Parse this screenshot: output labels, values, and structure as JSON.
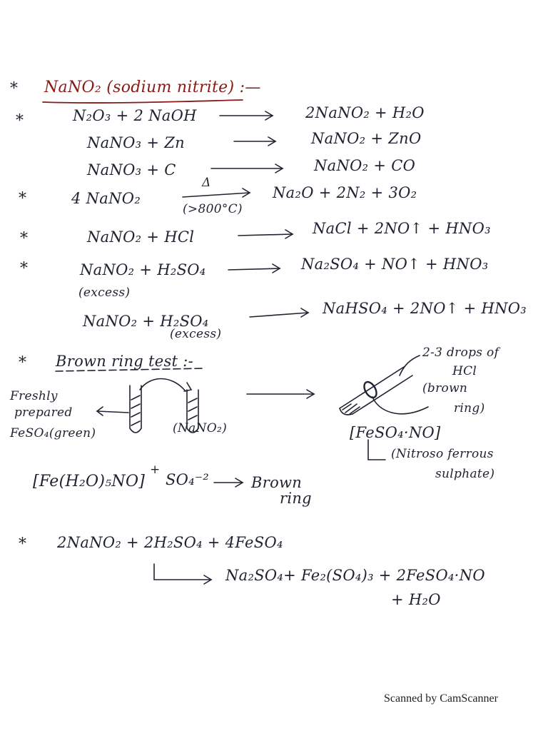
{
  "heading": {
    "bullet": "*",
    "text": "NaNO₂ (sodium nitrite) :—"
  },
  "reactions": [
    {
      "bullet": "*",
      "lhs": "N₂O₃ +  2 NaOH",
      "rhs": "2NaNO₂ + H₂O"
    },
    {
      "bullet": "",
      "lhs": "NaNO₃ +  Zn",
      "rhs": "NaNO₂ + ZnO"
    },
    {
      "bullet": "",
      "lhs": "NaNO₃ +    C",
      "rhs": "NaNO₂ + CO"
    },
    {
      "bullet": "*",
      "lhs": "4 NaNO₂",
      "rhs": "Na₂O + 2N₂ + 3O₂",
      "condition_top": "Δ",
      "condition_bottom": "(>800°C)"
    },
    {
      "bullet": "*",
      "lhs": "NaNO₂  + HCl",
      "rhs": "NaCl + 2NO↑ + HNO₃"
    },
    {
      "bullet": "*",
      "lhs": "NaNO₂ + H₂SO₄",
      "rhs": "Na₂SO₄ + NO↑ + HNO₃",
      "lhs_note": "(excess)"
    },
    {
      "bullet": "",
      "lhs": "NaNO₂ +  H₂SO₄",
      "rhs": "NaHSO₄ + 2NO↑ + HNO₃",
      "lhs_note": "(excess)"
    }
  ],
  "brown_ring": {
    "bullet": "*",
    "heading": "Brown ring test :-",
    "tube1_label": [
      "Freshly",
      "prepared",
      "FeSO₄(green)"
    ],
    "tube2_label": "(NaNO₂)",
    "drops_label": [
      "2-3 drops of",
      "HCl"
    ],
    "ring_label": [
      "(brown",
      "ring)"
    ],
    "product": "[FeSO₄·NO]",
    "product_name": [
      "(Nitroso ferrous",
      "sulphate)"
    ],
    "complex_formula": "[Fe(H₂O)₅NO]",
    "complex_charge": "+",
    "complex_anion": "SO₄⁻²",
    "complex_result": [
      "Brown",
      "ring"
    ]
  },
  "final_reaction": {
    "bullet": "*",
    "lhs": "2NaNO₂  + 2H₂SO₄  +  4FeSO₄",
    "rhs_line1": "Na₂SO₄+  Fe₂(SO₄)₃  +  2FeSO₄·NO",
    "rhs_line2": "+ H₂O"
  },
  "footer": "Scanned by CamScanner",
  "colors": {
    "ink": "#1f2230",
    "heading_red": "#8a1a16"
  }
}
